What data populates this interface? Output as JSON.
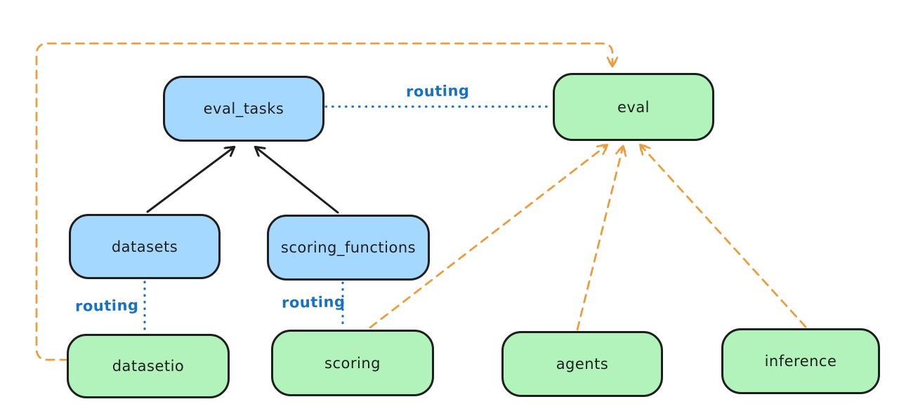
{
  "labels": {
    "routing": "routing"
  },
  "nodes": {
    "eval_tasks": {
      "label": "eval_tasks",
      "fill": "#a5d8ff"
    },
    "eval": {
      "label": "eval",
      "fill": "#b2f2bb"
    },
    "datasets": {
      "label": "datasets",
      "fill": "#a5d8ff"
    },
    "scoring_functions": {
      "label": "scoring_functions",
      "fill": "#a5d8ff"
    },
    "datasetio": {
      "label": "datasetio",
      "fill": "#b2f2bb"
    },
    "scoring": {
      "label": "scoring",
      "fill": "#b2f2bb"
    },
    "agents": {
      "label": "agents",
      "fill": "#b2f2bb"
    },
    "inference": {
      "label": "inference",
      "fill": "#b2f2bb"
    }
  },
  "colors": {
    "node_stroke": "#1e1e1e",
    "registry_fill": "#a5d8ff",
    "provider_fill": "#b2f2bb",
    "routing_blue": "#1971c2",
    "dashed_orange": "#e99d3f",
    "solid_arrow_black": "#1e1e1e",
    "background": "#ffffff"
  },
  "edges": [
    {
      "from": "datasets",
      "to": "eval_tasks",
      "style": "solid",
      "color": "#1e1e1e",
      "arrow": true
    },
    {
      "from": "scoring_functions",
      "to": "eval_tasks",
      "style": "solid",
      "color": "#1e1e1e",
      "arrow": true
    },
    {
      "from": "eval_tasks",
      "to": "eval",
      "style": "dotted",
      "color": "#1971c2",
      "label": "routing",
      "arrow": false
    },
    {
      "from": "datasets",
      "to": "datasetio",
      "style": "dotted",
      "color": "#1971c2",
      "label": "routing",
      "arrow": false
    },
    {
      "from": "scoring_functions",
      "to": "scoring",
      "style": "dotted",
      "color": "#1971c2",
      "label": "routing",
      "arrow": false
    },
    {
      "from": "datasetio",
      "to": "eval",
      "style": "dashed",
      "color": "#e99d3f",
      "arrow": true
    },
    {
      "from": "scoring",
      "to": "eval",
      "style": "dashed",
      "color": "#e99d3f",
      "arrow": true
    },
    {
      "from": "agents",
      "to": "eval",
      "style": "dashed",
      "color": "#e99d3f",
      "arrow": true
    },
    {
      "from": "inference",
      "to": "eval",
      "style": "dashed",
      "color": "#e99d3f",
      "arrow": true
    }
  ]
}
